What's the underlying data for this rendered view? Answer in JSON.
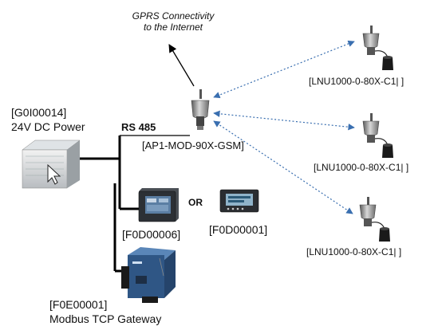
{
  "gprs": {
    "line1": "GPRS Connectivity",
    "line2": "to the Internet"
  },
  "power": {
    "code": "[G0I00014]",
    "name": "24V DC Power"
  },
  "bus_label": "RS 485",
  "base_station": {
    "code": "[AP1-MOD-90X-GSM]"
  },
  "sensors": [
    {
      "code": "[LNU1000-0-80X-C1| ]"
    },
    {
      "code": "[LNU1000-0-80X-C1| ]"
    },
    {
      "code": "[LNU1000-0-80X-C1| ]"
    }
  ],
  "displays": [
    {
      "code": "[F0D00006]"
    },
    {
      "code": "[F0D00001]"
    }
  ],
  "or_label": "OR",
  "gateway": {
    "code": "[F0E00001]",
    "name": "Modbus TCP Gateway"
  },
  "colors": {
    "wire": "#000000",
    "wireless_link": "#3a6fb0"
  }
}
